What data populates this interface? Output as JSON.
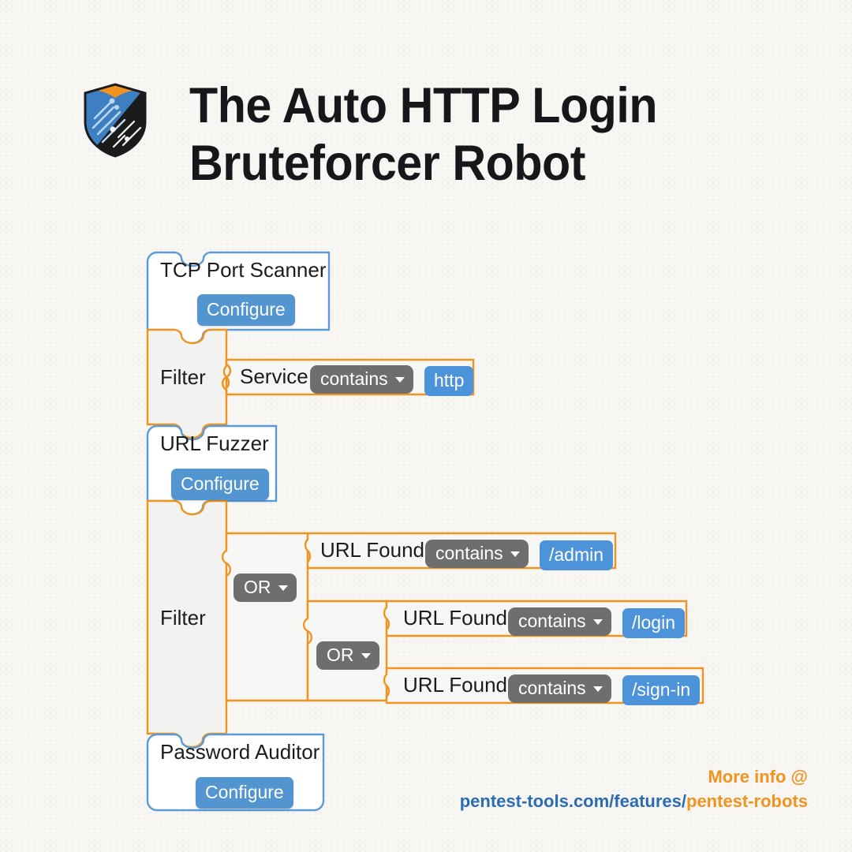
{
  "background_color": "#f7f6f3",
  "brand": {
    "logo_name": "pentest-tools-shield-logo",
    "colors": {
      "orange": "#f0941f",
      "blue": "#3d7fc1",
      "dark": "#1b1b1b"
    }
  },
  "header": {
    "title_line1": "The Auto HTTP Login",
    "title_line2": "Bruteforcer Robot",
    "title_color": "#16171a"
  },
  "colors": {
    "tool_block_border": "#5a9bd5",
    "filter_block_border": "#f0941f",
    "block_fill_tool": "#ffffff",
    "block_fill_filter": "#f2f2f0",
    "chip_operator_bg": "#6e6e6e",
    "chip_value_bg": "#4d93d9",
    "button_bg": "#5295d1"
  },
  "workflow": {
    "name": "pentest-robot-workflow",
    "steps": [
      {
        "id": "tcp-port-scanner",
        "type": "tool",
        "title": "TCP Port Scanner",
        "button_label": "Configure"
      },
      {
        "id": "filter-service",
        "type": "filter",
        "label": "Filter",
        "conditions": [
          {
            "field": "Service",
            "operator": "contains",
            "value": "http"
          }
        ]
      },
      {
        "id": "url-fuzzer",
        "type": "tool",
        "title": "URL Fuzzer",
        "button_label": "Configure"
      },
      {
        "id": "filter-url-found",
        "type": "filter",
        "label": "Filter",
        "operators": [
          {
            "id": "or-outer",
            "value": "OR"
          },
          {
            "id": "or-inner",
            "value": "OR"
          }
        ],
        "conditions": [
          {
            "field": "URL Found",
            "operator": "contains",
            "value": "/admin"
          },
          {
            "field": "URL Found",
            "operator": "contains",
            "value": "/login"
          },
          {
            "field": "URL Found",
            "operator": "contains",
            "value": "/sign-in"
          }
        ]
      },
      {
        "id": "password-auditor",
        "type": "tool",
        "title": "Password Auditor",
        "button_label": "Configure"
      }
    ]
  },
  "footer": {
    "more_info": "More info @",
    "url_base": "pentest-tools.com/features/",
    "url_highlight": "pentest-robots"
  }
}
